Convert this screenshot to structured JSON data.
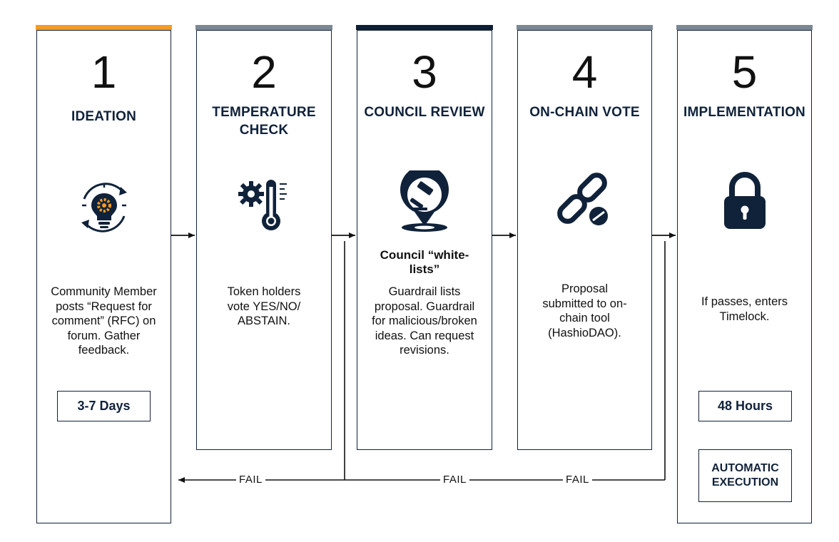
{
  "stages": [
    {
      "number": "1",
      "title": "IDEATION",
      "icon": "lightbulb-gear-icon",
      "description": "Community Member posts “Request for comment” (RFC) on forum. Gather feedback.",
      "duration": "3-7 Days"
    },
    {
      "number": "2",
      "title": "TEMPERATURE CHECK",
      "icon": "gear-thermometer-icon",
      "description": "Token holders vote YES/NO/ ABSTAIN."
    },
    {
      "number": "3",
      "title": "COUNCIL REVIEW",
      "icon": "gavel-pin-icon",
      "subheading": "Council “white-lists”",
      "description": "Guardrail lists proposal. Guardrail for malicious/broken ideas. Can request revisions."
    },
    {
      "number": "4",
      "title": "ON-CHAIN VOTE",
      "icon": "broken-chain-icon",
      "description": "Proposal submitted to on-chain tool (HashioDAO)."
    },
    {
      "number": "5",
      "title": "IMPLEMENTATION",
      "icon": "padlock-icon",
      "description": "If passes, enters Timelock.",
      "duration": "48 Hours",
      "execution": "AUTOMATIC EXECUTION"
    }
  ],
  "fail_label": "FAIL",
  "colors": {
    "navy": "#10223a",
    "accent_orange": "#f59a23",
    "accent_grey": "#7c8794",
    "accent_active": "#0f1f33"
  }
}
